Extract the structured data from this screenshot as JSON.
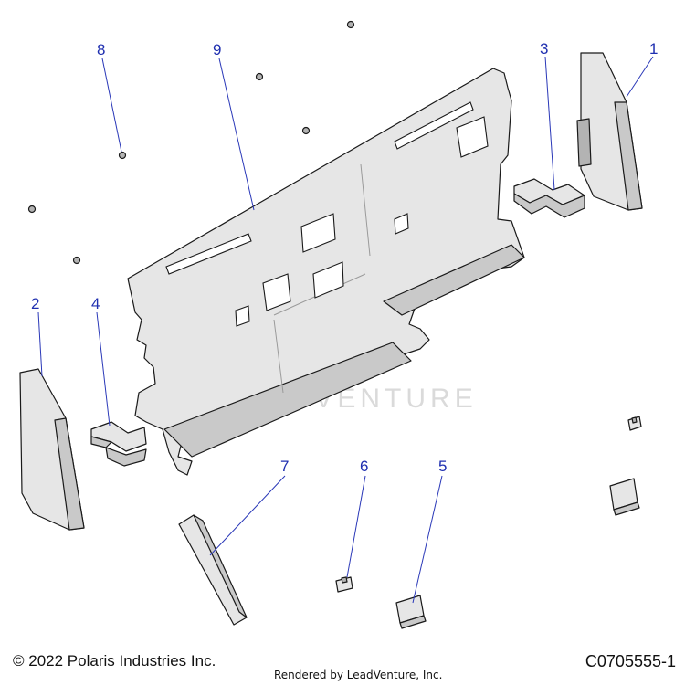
{
  "callouts": [
    "1",
    "2",
    "3",
    "4",
    "5",
    "6",
    "7",
    "8",
    "9"
  ],
  "footer": {
    "copyright": "© 2022 Polaris Industries Inc.",
    "rendered_by": "Rendered by LeadVenture, Inc.",
    "document_number": "C0705555-1"
  },
  "watermark": "LEADVENTURE",
  "colors": {
    "callout": "#1f2fb0",
    "part_fill": "#e6e6e6",
    "outline": "#1a1a1a"
  }
}
